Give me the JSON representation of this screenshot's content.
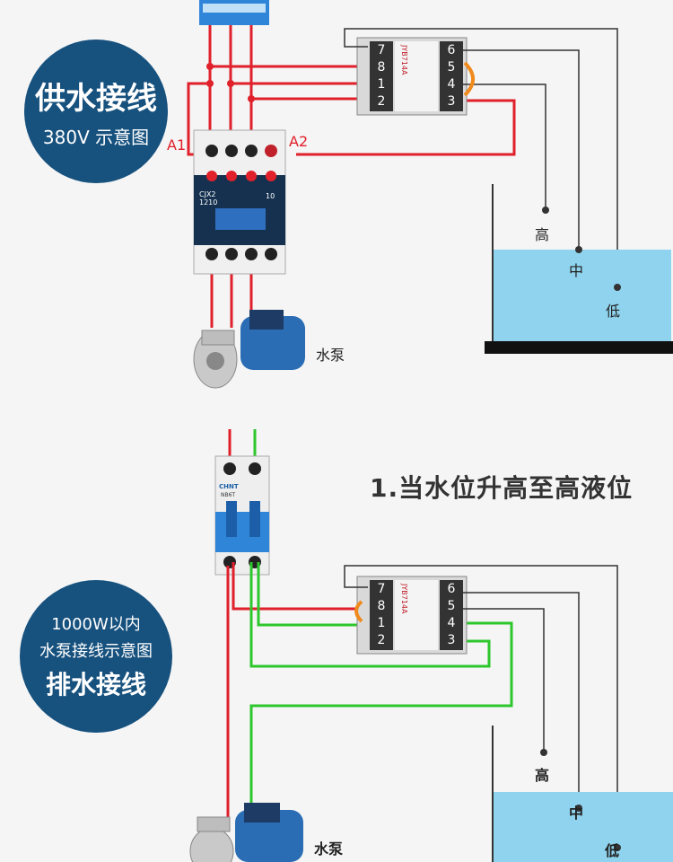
{
  "top": {
    "badge_title": "供水接线",
    "badge_sub": "380V 示意图",
    "label_a1": "A1",
    "label_a2": "A2",
    "contactor_model": "CJX2\n1210",
    "contactor_num": "10",
    "pump_label": "水泵",
    "relay_model": "JYB714A",
    "relay_left_terms": [
      "7",
      "8",
      "1",
      "2"
    ],
    "relay_right_terms": [
      "6",
      "5",
      "4",
      "3"
    ],
    "tank_labels": {
      "high": "高",
      "mid": "中",
      "low": "低"
    }
  },
  "bottom": {
    "badge_line1": "1000W以内",
    "badge_line2": "水泵接线示意图",
    "badge_title": "排水接线",
    "heading": "1.当水位升高至高液位",
    "breaker_brand": "CHNT",
    "breaker_model": "NB6T",
    "pump_label": "水泵",
    "relay_model": "JYB714A",
    "relay_left_terms": [
      "7",
      "8",
      "1",
      "2"
    ],
    "relay_right_terms": [
      "6",
      "5",
      "4",
      "3"
    ],
    "tank_labels": {
      "high": "高",
      "mid": "中",
      "low": "低"
    }
  },
  "colors": {
    "red": "#e0202a",
    "green": "#2dc62d",
    "badge": "#17517e",
    "water": "#8fd3ee"
  }
}
